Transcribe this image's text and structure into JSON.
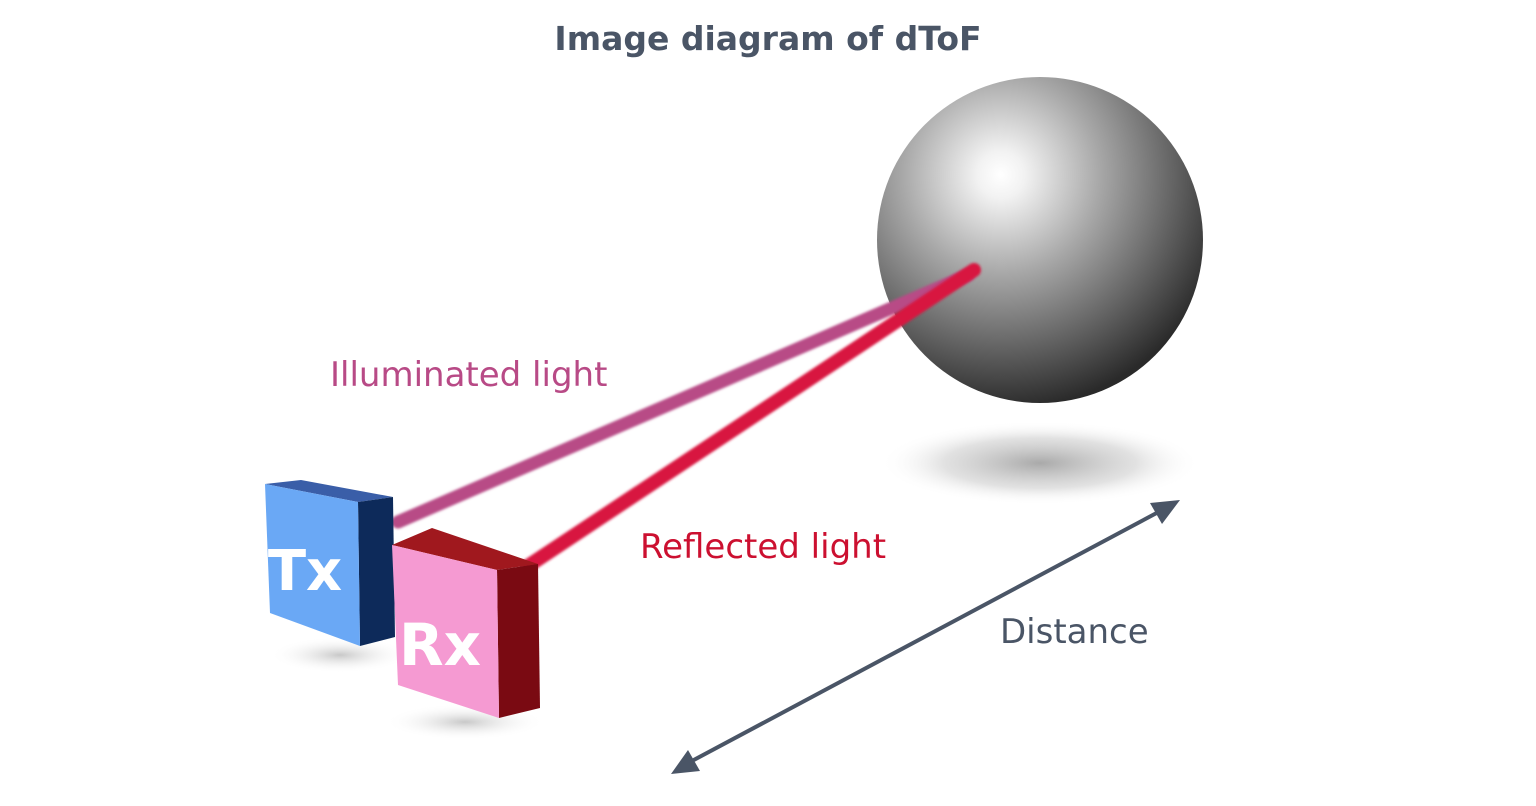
{
  "title": "Image diagram of dToF",
  "labels": {
    "illuminated": "Illuminated light",
    "reflected": "Reflected light",
    "distance": "Distance"
  },
  "transmitter": {
    "letters": "Tx"
  },
  "receiver": {
    "letters": "Rx"
  },
  "colors": {
    "title_text": "#4a5566",
    "illuminated_text": "#b84a86",
    "illuminated_beam": "#b84c86",
    "reflected_text": "#cc1030",
    "reflected_beam": "#d81840",
    "distance_text": "#4a5566",
    "distance_arrow": "#4a5566",
    "tx_front": "#6aa8f5",
    "tx_side": "#0d2a5a",
    "rx_front": "#f59ad2",
    "rx_side": "#7a0a12"
  },
  "icons": {
    "target": "sphere-icon",
    "distance": "double-arrow-icon"
  }
}
